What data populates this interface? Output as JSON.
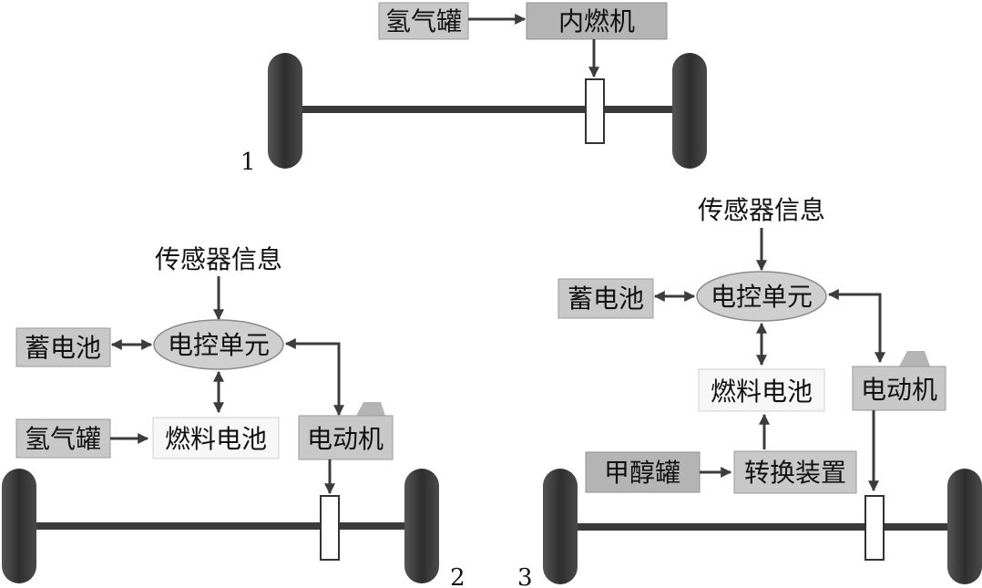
{
  "diagram1": {
    "number": "1",
    "h2_tank": "氢气罐",
    "ice": "内燃机"
  },
  "diagram2": {
    "number": "2",
    "sensor_info": "传感器信息",
    "ecu": "电控单元",
    "battery": "蓄电池",
    "h2_tank": "氢气罐",
    "fuel_cell": "燃料电池",
    "motor": "电动机"
  },
  "diagram3": {
    "number": "3",
    "sensor_info": "传感器信息",
    "ecu": "电控单元",
    "battery": "蓄电池",
    "fuel_cell": "燃料电池",
    "motor": "电动机",
    "methanol_tank": "甲醇罐",
    "converter": "转换装置"
  },
  "colors": {
    "box_gray": "#c8c8c8",
    "box_dark": "#b4b4b4",
    "box_light": "#f7f7f7",
    "ellipse": "#cfcfcf",
    "wheel": "#3a3a3a"
  }
}
